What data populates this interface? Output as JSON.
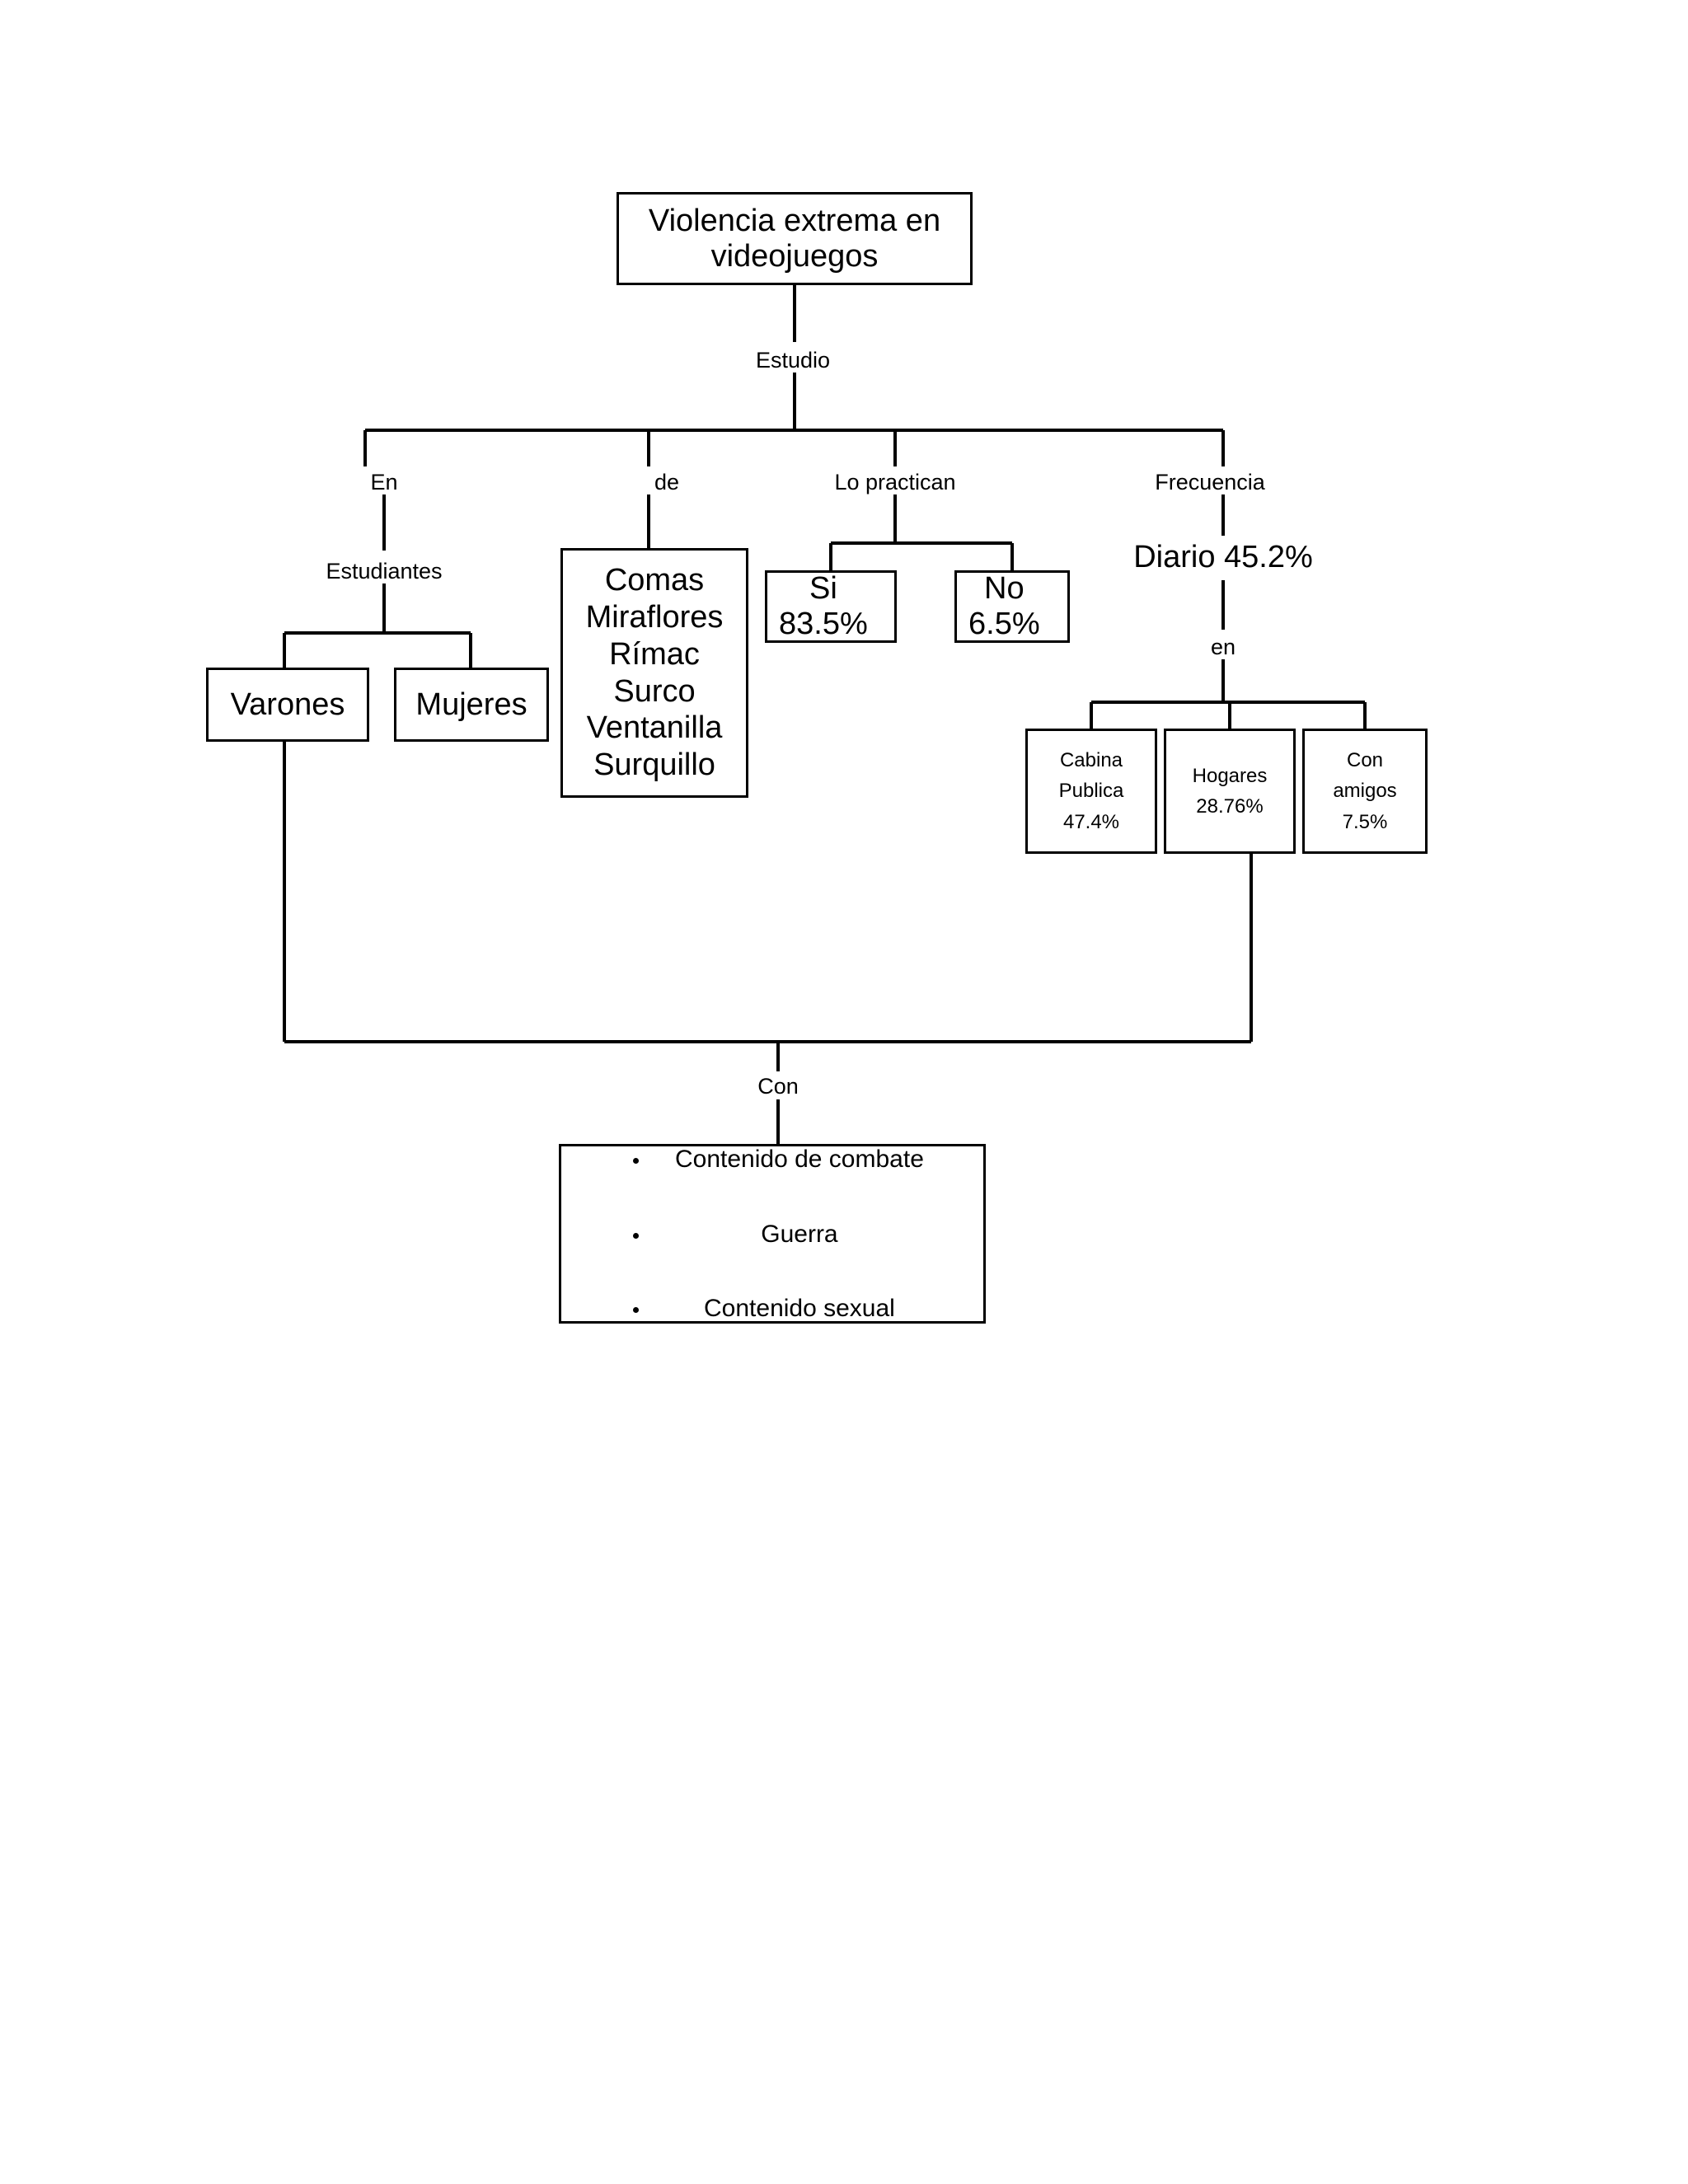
{
  "diagram": {
    "title_box": "Violencia extrema en videojuegos",
    "edge_labels": {
      "estudio": "Estudio",
      "en": "En",
      "de": "de",
      "lo_practican": "Lo practican",
      "frecuencia": "Frecuencia",
      "estudiantes": "Estudiantes",
      "en2": "en",
      "con": "Con"
    },
    "nodes": {
      "varones": "Varones",
      "mujeres": "Mujeres",
      "distritos": "Comas\nMiraflores\nRímac\nSurco\nVentanilla\nSurquillo",
      "si": "Si\n83.5%",
      "no": "No\n6.5%",
      "diario": "Diario 45.2%",
      "cabina_publica": "Cabina\nPublica\n47.4%",
      "hogares": "Hogares\n28.76%",
      "con_amigos": "Con\namigos\n7.5%"
    },
    "contenidos": {
      "items": [
        "Contenido de combate",
        "Guerra",
        "Contenido sexual"
      ]
    },
    "colors": {
      "stroke": "#000000",
      "background": "#ffffff",
      "text": "#000000"
    }
  }
}
